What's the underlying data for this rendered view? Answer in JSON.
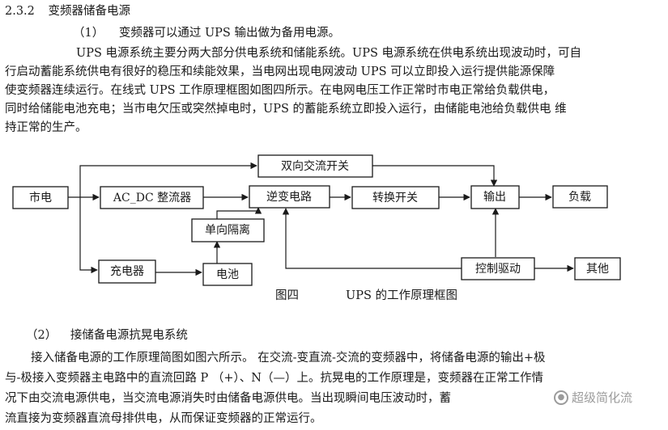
{
  "section": {
    "number": "2.3.2",
    "title": "变频器储备电源"
  },
  "item1": {
    "number": "（1）",
    "title": "变频器可以通过 UPS 输出做为备用电源。"
  },
  "para1": [
    "UPS 电源系统主要分两大部分供电系统和储能系统。UPS 电源系统在供电系统出现波动时，可自",
    "行启动蓄能系统供电有很好的稳压和续能效果，当电网出现电网波动 UPS 可以立即投入运行提供能源保障",
    "使变频器连续运行。在线式 UPS 工作原理框图如图四所示。在电网电压工作正常时市电正常给负载供电，",
    "同时给储能电池充电；当市电欠压或突然掉电时，UPS 的蓄能系统立即投入运行，由储能电池给负载供电 维",
    "持正常的生产。"
  ],
  "diagram": {
    "nodes": {
      "mains": "市电",
      "rectifier": "AC_DC 整流器",
      "inverter": "逆变电路",
      "transfer_switch": "转换开关",
      "output": "输出",
      "load": "负载",
      "bidirectional_switch": "双向交流开关",
      "isolation": "单向隔离",
      "charger": "充电器",
      "battery": "电池",
      "control_drive": "控制驱动",
      "other": "其他"
    },
    "caption_label": "图四",
    "caption_title": "UPS 的工作原理框图"
  },
  "item2": {
    "number": "（2）",
    "title": "接储备电源抗晃电系统"
  },
  "para2": [
    "接入储备电源的工作原理简图如图六所示。 在交流-变直流-交流的变频器中，将储备电源的输出+极",
    "与-极接入变频器主电路中的直流回路 P （+）、N（—）上。抗晃电的工作原理是，变频器在正常工作情",
    "况下由交流电源供电，当交流电源消失时由储备电源供电。当出现瞬间电压波动时，蓄",
    "流直接为变频器直流母排供电，从而保证变频器的正常运行。"
  ],
  "watermark": {
    "text": "超级简化流",
    "icon": "wechat-icon"
  }
}
